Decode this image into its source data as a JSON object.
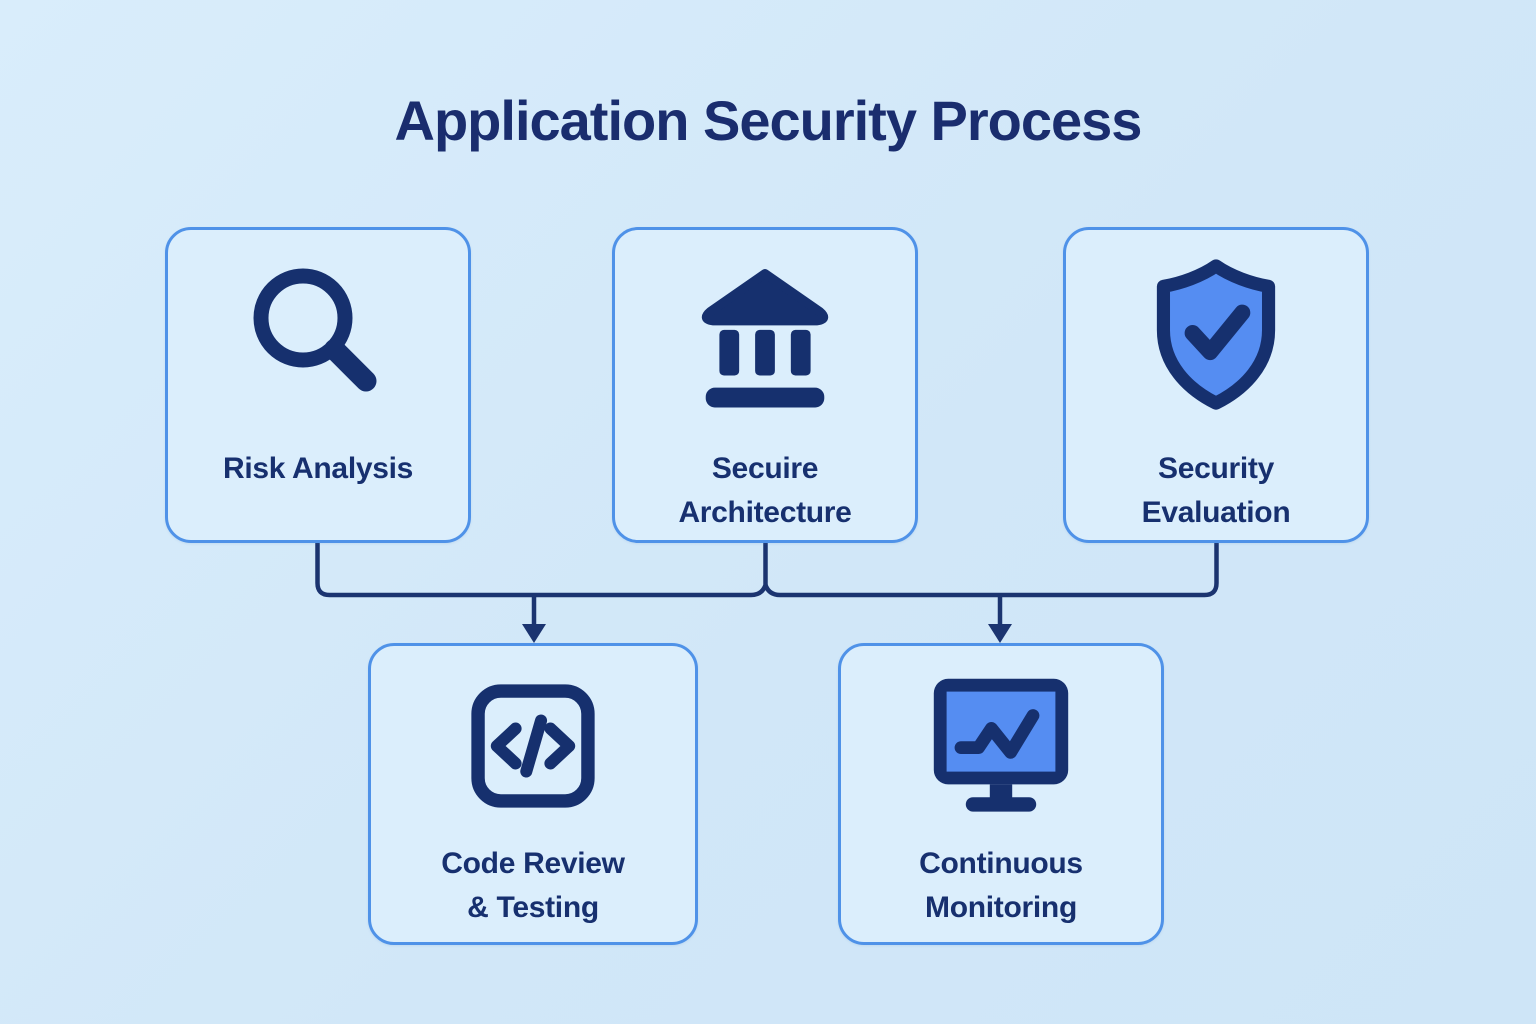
{
  "title": "Application Security Process",
  "colors": {
    "background": "#d3e8f8",
    "card_fill": "#dbeefc",
    "card_border": "#4f92e8",
    "text_navy": "#1a2d6e",
    "icon_navy": "#16306e",
    "icon_blue_fill": "#558df2",
    "connector": "#1b3470"
  },
  "nodes": {
    "top": [
      {
        "id": "risk-analysis",
        "icon": "magnifier-icon",
        "lines": [
          "Risk Analysis",
          ""
        ]
      },
      {
        "id": "secure-architecture",
        "icon": "bank-icon",
        "lines": [
          "Secuire",
          "Architecture"
        ]
      },
      {
        "id": "security-evaluation",
        "icon": "shield-check-icon",
        "lines": [
          "Security",
          "Evaluation"
        ]
      }
    ],
    "bottom": [
      {
        "id": "code-review-testing",
        "icon": "code-icon",
        "lines": [
          "Code Review",
          "& Testing"
        ]
      },
      {
        "id": "continuous-monitoring",
        "icon": "monitor-chart-icon",
        "lines": [
          "Continuous",
          "Monitoring"
        ]
      }
    ]
  },
  "connections": [
    {
      "from": "risk-analysis",
      "to": "code-review-testing"
    },
    {
      "from": "secure-architecture",
      "to": "code-review-testing"
    },
    {
      "from": "secure-architecture",
      "to": "continuous-monitoring"
    },
    {
      "from": "security-evaluation",
      "to": "continuous-monitoring"
    }
  ]
}
